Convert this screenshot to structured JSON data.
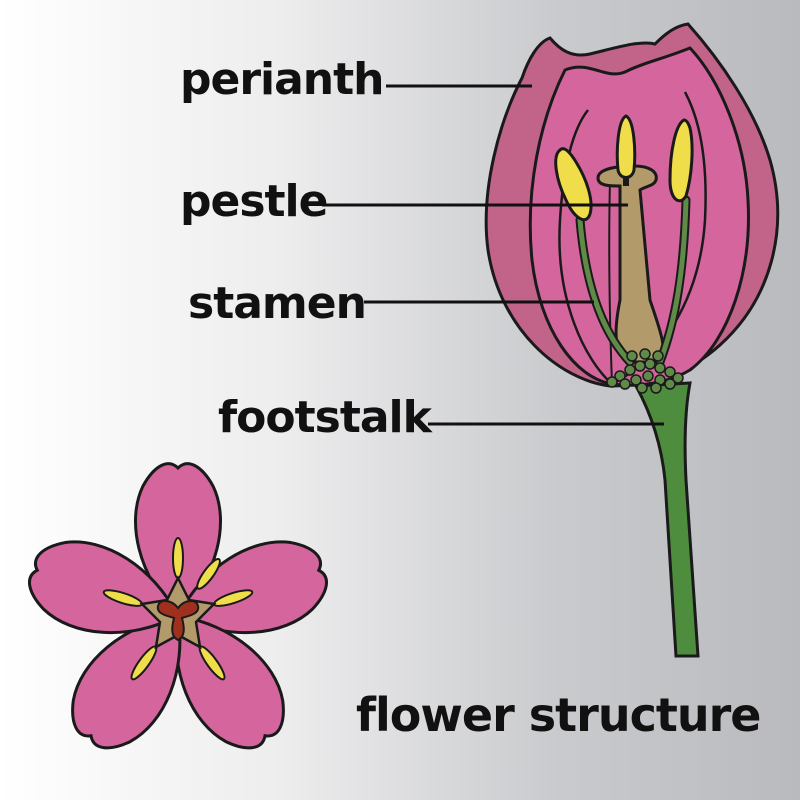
{
  "title": "flower structure",
  "labels": {
    "perianth": "perianth",
    "pestle": "pestle",
    "stamen": "stamen",
    "footstalk": "footstalk"
  },
  "colors": {
    "petal_outer": "#c2638a",
    "petal_inner": "#d4669d",
    "pistil": "#b39a6a",
    "stamen_filament": "#5f8a48",
    "anther": "#f0dd4a",
    "stem": "#4f8d3e",
    "outline": "#1a1a1a"
  }
}
